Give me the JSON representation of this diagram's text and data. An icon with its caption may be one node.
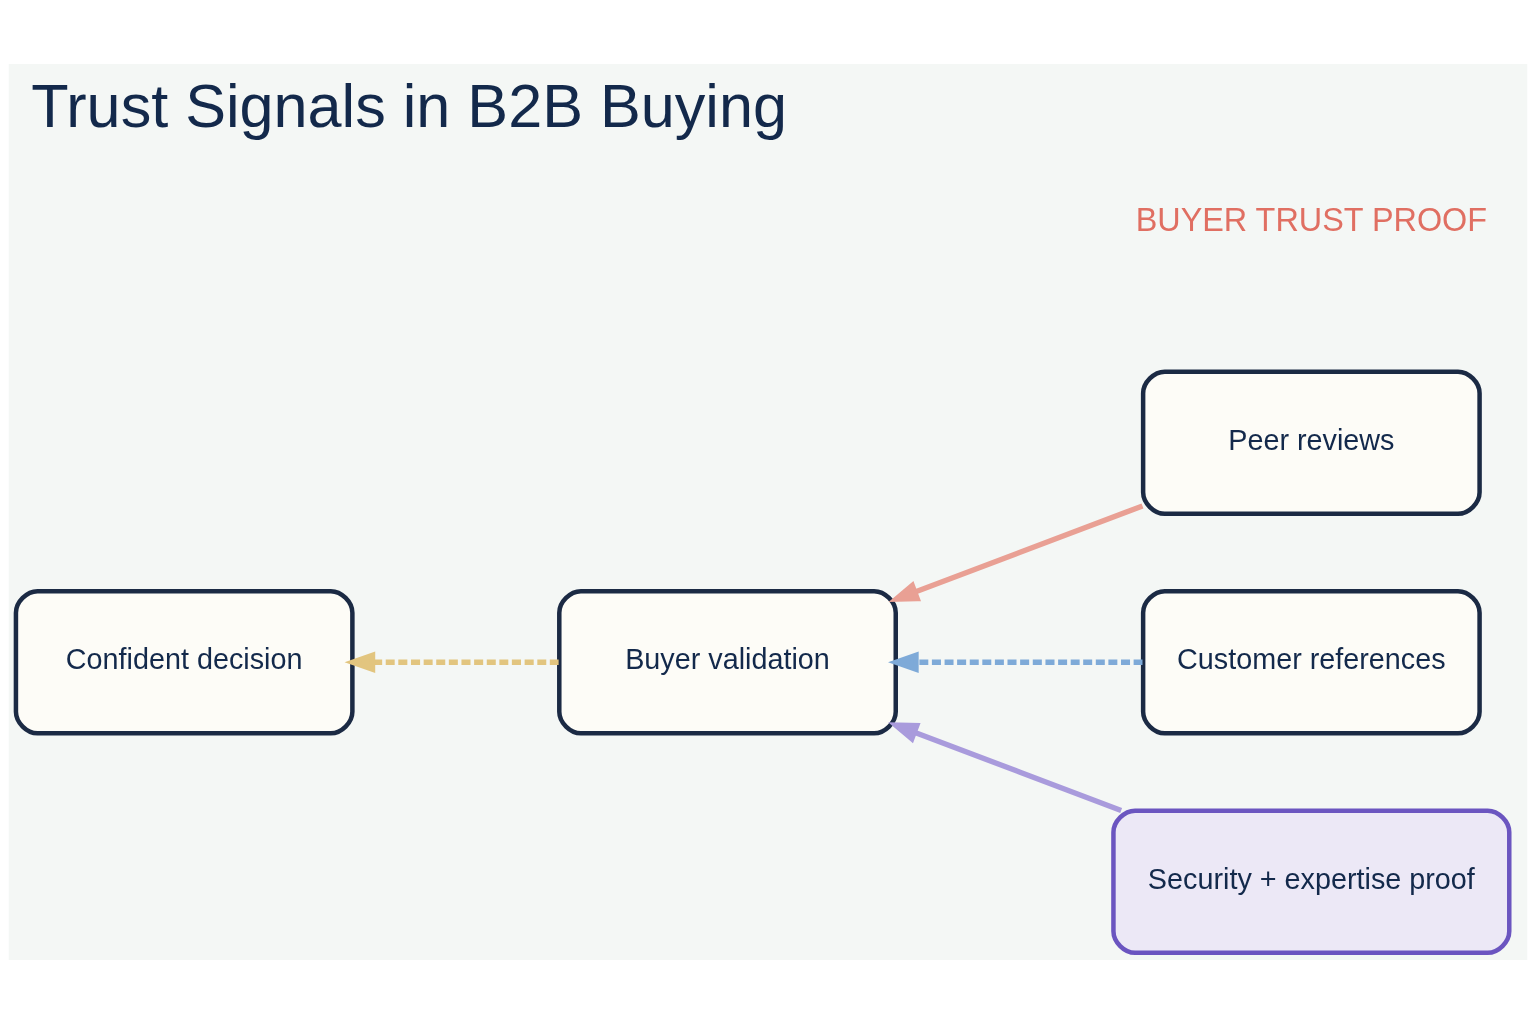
{
  "diagram": {
    "title": "Trust Signals in B2B Buying",
    "nodes": [
      {
        "text": [
          "Confident decision"
        ]
      },
      {
        "text": [
          "Buyer validation"
        ]
      },
      {
        "text": [
          "Peer reviews"
        ]
      },
      {
        "text": [
          "Customer references"
        ]
      },
      {
        "text": [
          "Security + expertise proof"
        ]
      }
    ],
    "edges": [
      {
        "from": 2,
        "to": 1,
        "arrow": "to",
        "color": "#e9a094"
      },
      {
        "from": 3,
        "to": 1,
        "arrow": "to",
        "style": "dashed",
        "color": "#7eaad8"
      },
      {
        "from": 4,
        "to": 1,
        "arrow": "to",
        "color": "#a99bdc"
      },
      {
        "from": 1,
        "to": 0,
        "arrow": "to",
        "style": "dashed",
        "color": "#e2c57f"
      }
    ],
    "labels": [
      "BUYER TRUST PROOF"
    ]
  }
}
